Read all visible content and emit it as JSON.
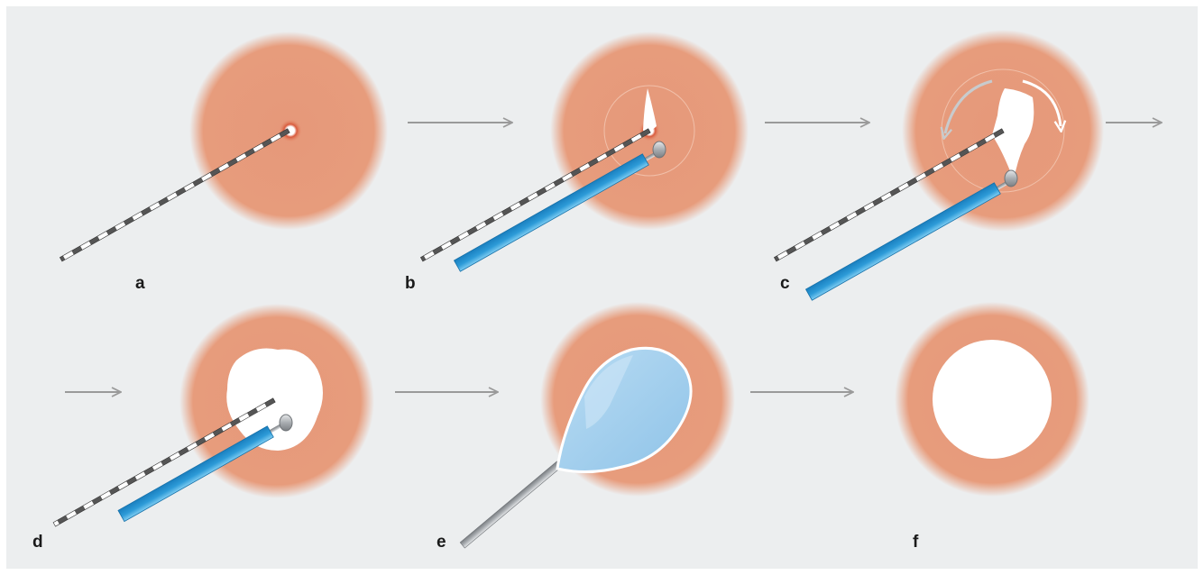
{
  "panels": [
    {
      "id": "a",
      "label": "a"
    },
    {
      "id": "b",
      "label": "b"
    },
    {
      "id": "c",
      "label": "c"
    },
    {
      "id": "d",
      "label": "d"
    },
    {
      "id": "e",
      "label": "e"
    },
    {
      "id": "f",
      "label": "f"
    }
  ],
  "colors": {
    "background": "#eceeef",
    "tissue": "#e69b79",
    "tissue_edge": "#f0c3ad",
    "cleared_area": "#ffffff",
    "catheter": "#2d9bd8",
    "catheter_highlight": "#6fc4ee",
    "balloon": "#9ccbea",
    "balloon_highlight": "#c3e0f4",
    "wire_dark": "#555555",
    "wire_light": "#ffffff",
    "metal": "#a9adb1",
    "arrow": "#9a9a9a",
    "label": "#1a1a1a"
  },
  "icons": {
    "flow_arrow": "right-arrow-icon",
    "rotation_arrows": "rotate-icon"
  }
}
